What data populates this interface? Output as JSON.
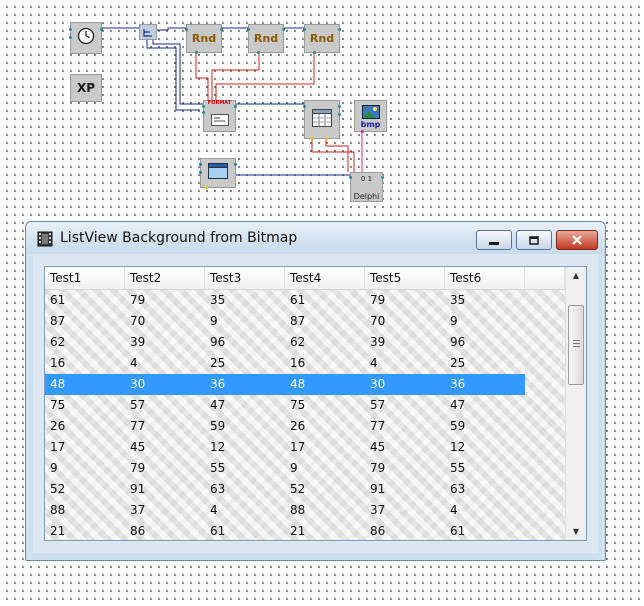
{
  "canvas": {
    "rnd_label": "Rnd",
    "xp_label": "XP",
    "format_label": "FORMAT",
    "bmp_label": "bmp",
    "delphi_label": "Delphi",
    "delphi_num": "0 1"
  },
  "window": {
    "title": "ListView Background from Bitmap"
  },
  "listview": {
    "columns": [
      "Test1",
      "Test2",
      "Test3",
      "Test4",
      "Test5",
      "Test6"
    ],
    "rows": [
      [
        "61",
        "79",
        "35",
        "61",
        "79",
        "35"
      ],
      [
        "87",
        "70",
        "9",
        "87",
        "70",
        "9"
      ],
      [
        "62",
        "39",
        "96",
        "62",
        "39",
        "96"
      ],
      [
        "16",
        "4",
        "25",
        "16",
        "4",
        "25"
      ],
      [
        "48",
        "30",
        "36",
        "48",
        "30",
        "36"
      ],
      [
        "75",
        "57",
        "47",
        "75",
        "57",
        "47"
      ],
      [
        "26",
        "77",
        "59",
        "26",
        "77",
        "59"
      ],
      [
        "17",
        "45",
        "12",
        "17",
        "45",
        "12"
      ],
      [
        "9",
        "79",
        "55",
        "9",
        "79",
        "55"
      ],
      [
        "52",
        "91",
        "63",
        "52",
        "91",
        "63"
      ],
      [
        "88",
        "37",
        "4",
        "88",
        "37",
        "4"
      ],
      [
        "21",
        "86",
        "61",
        "21",
        "86",
        "61"
      ]
    ],
    "selected_row_index": 4
  },
  "colors": {
    "selection": "#3399ff",
    "wire_blue": "#1a2a8c",
    "wire_red": "#cc2020",
    "wire_magenta": "#e0206a"
  },
  "icons": {
    "timer": "clock-icon",
    "app": "window-app-icon",
    "listview": "grid-icon",
    "bitmap": "bitmap-icon",
    "form": "form-window-icon"
  }
}
